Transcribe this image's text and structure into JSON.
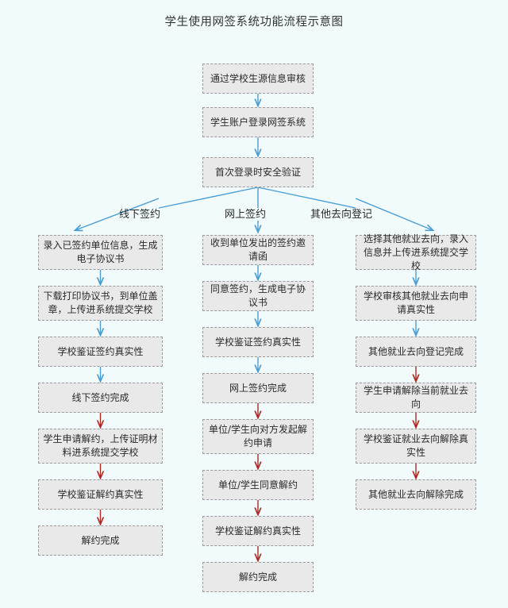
{
  "title": "学生使用网签系统功能流程示意图",
  "colors": {
    "background": "#f2fbfb",
    "box_fill": "#e9e9e9",
    "box_border": "#9a9a9a",
    "arrow_blue": "#4a9ed4",
    "arrow_red": "#ab2b24",
    "text": "#2a2a2a"
  },
  "chart_data": {
    "type": "diagram",
    "title": "学生使用网签系统功能流程示意图",
    "orientation": "top-down",
    "branch_count": 3
  },
  "head": {
    "steps": [
      {
        "label": "通过学校生源信息审核"
      },
      {
        "label": "学生账户登录网签系统"
      },
      {
        "label": "首次登录时安全验证"
      }
    ]
  },
  "branch_labels": [
    {
      "label": "线下签约"
    },
    {
      "label": "网上签约"
    },
    {
      "label": "其他去向登记"
    }
  ],
  "columns": {
    "left": {
      "name": "线下签约",
      "steps": [
        {
          "label": "录入已签约单位信息，生成电子协议书",
          "arrow_in": "blue"
        },
        {
          "label": "下载打印协议书，到单位盖章，上传进系统提交学校",
          "arrow_in": "blue"
        },
        {
          "label": "学校鉴证签约真实性",
          "arrow_in": "blue"
        },
        {
          "label": "线下签约完成",
          "arrow_in": "blue"
        },
        {
          "label": "学生申请解约，上传证明材料进系统提交学校",
          "arrow_in": "red"
        },
        {
          "label": "学校鉴证解约真实性",
          "arrow_in": "red"
        },
        {
          "label": "解约完成",
          "arrow_in": "red"
        }
      ]
    },
    "middle": {
      "name": "网上签约",
      "steps": [
        {
          "label": "收到单位发出的签约邀请函",
          "arrow_in": "blue"
        },
        {
          "label": "同意签约，生成电子协议书",
          "arrow_in": "blue"
        },
        {
          "label": "学校鉴证签约真实性",
          "arrow_in": "blue"
        },
        {
          "label": "网上签约完成",
          "arrow_in": "blue"
        },
        {
          "label": "单位/学生向对方发起解约申请",
          "arrow_in": "red"
        },
        {
          "label": "单位/学生同意解约",
          "arrow_in": "red"
        },
        {
          "label": "学校鉴证解约真实性",
          "arrow_in": "red"
        },
        {
          "label": "解约完成",
          "arrow_in": "red"
        }
      ]
    },
    "right": {
      "name": "其他去向登记",
      "steps": [
        {
          "label": "选择其他就业去向，录入信息并上传进系统提交学校",
          "arrow_in": "blue"
        },
        {
          "label": "学校审核其他就业去向申请真实性",
          "arrow_in": "blue"
        },
        {
          "label": "其他就业去向登记完成",
          "arrow_in": "blue"
        },
        {
          "label": "学生申请解除当前就业去向",
          "arrow_in": "red"
        },
        {
          "label": "学校鉴证就业去向解除真实性",
          "arrow_in": "red"
        },
        {
          "label": "其他就业去向解除完成",
          "arrow_in": "red"
        }
      ]
    }
  }
}
